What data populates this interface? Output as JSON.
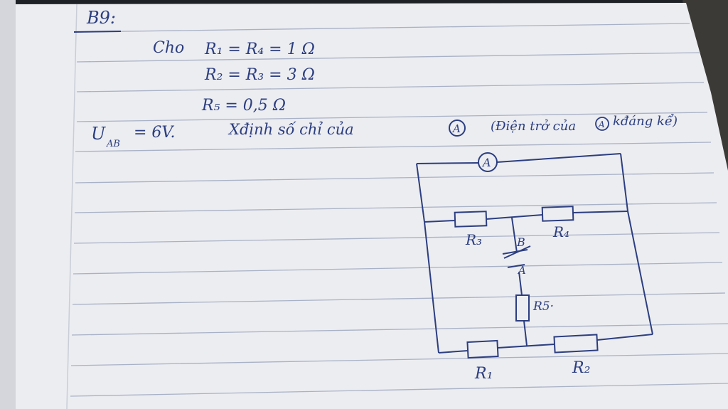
{
  "note": {
    "problem_label": "B9:",
    "given_intro": "Cho",
    "lines": [
      "R₁ = R₄ = 1 Ω",
      "R₂ = R₃ = 3 Ω",
      "R₅ = 0,5 Ω"
    ],
    "voltage": "U",
    "voltage_sub": "AB",
    "voltage_value": "= 6V.",
    "question": "Xđịnh số chỉ của",
    "note_paren_open": "(Điện trở của",
    "note_paren_close": "kđáng kể)",
    "ammeter_symbol": "A"
  },
  "circuit": {
    "labels": {
      "r1": "R₁",
      "r2": "R₂",
      "r3": "R₃",
      "r4": "R₄",
      "r5": "R5·",
      "node_b": "B",
      "node_a": "A",
      "ammeter": "A"
    }
  },
  "colors": {
    "paper": "#ecedf1",
    "rule": "#a9b1c6",
    "ink": "#2c3e80",
    "margin": "#c9cdd8",
    "background": "#1e2126"
  }
}
